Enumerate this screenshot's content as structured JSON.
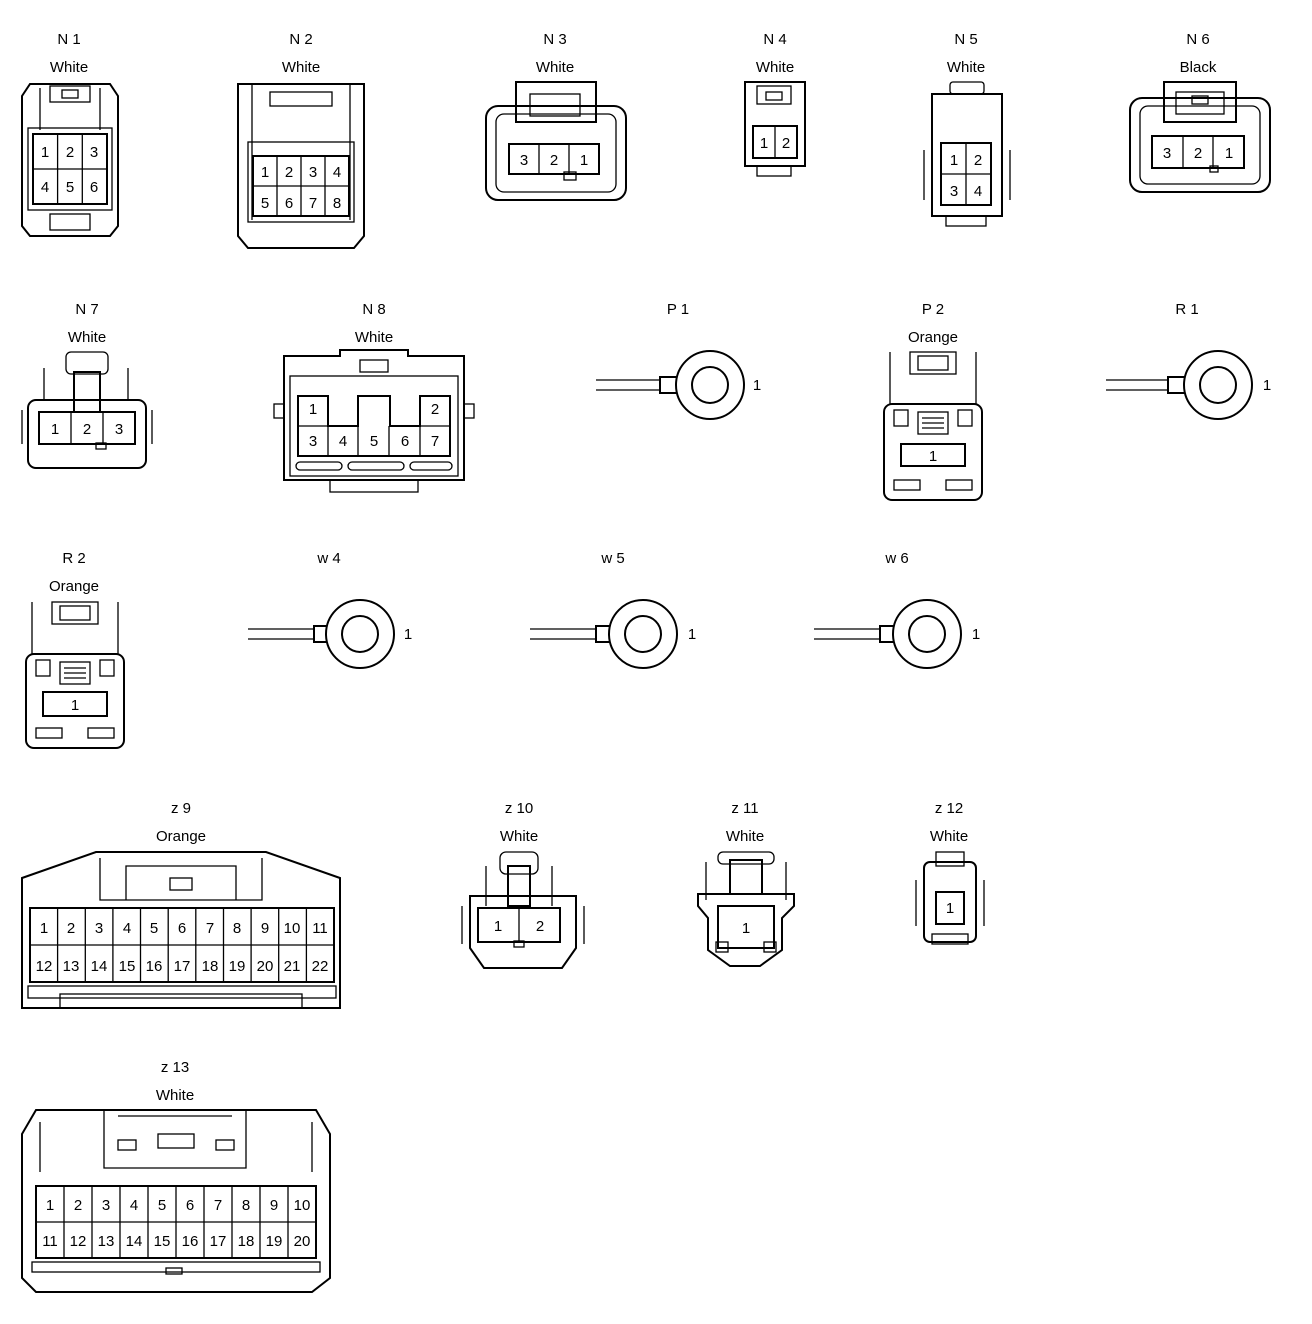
{
  "connectors": {
    "N1": {
      "id": "N 1",
      "color": "White",
      "pins": [
        "1",
        "2",
        "3",
        "4",
        "5",
        "6"
      ]
    },
    "N2": {
      "id": "N 2",
      "color": "White",
      "pins": [
        "1",
        "2",
        "3",
        "4",
        "5",
        "6",
        "7",
        "8"
      ]
    },
    "N3": {
      "id": "N 3",
      "color": "White",
      "pins": [
        "3",
        "2",
        "1"
      ]
    },
    "N4": {
      "id": "N 4",
      "color": "White",
      "pins": [
        "1",
        "2"
      ]
    },
    "N5": {
      "id": "N 5",
      "color": "White",
      "pins": [
        "1",
        "2",
        "3",
        "4"
      ]
    },
    "N6": {
      "id": "N 6",
      "color": "Black",
      "pins": [
        "3",
        "2",
        "1"
      ]
    },
    "N7": {
      "id": "N 7",
      "color": "White",
      "pins": [
        "1",
        "2",
        "3"
      ]
    },
    "N8": {
      "id": "N 8",
      "color": "White",
      "pins": [
        "1",
        "2",
        "3",
        "4",
        "5",
        "6",
        "7"
      ]
    },
    "P1": {
      "id": "P 1",
      "pins": [
        "1"
      ]
    },
    "P2": {
      "id": "P 2",
      "color": "Orange",
      "pins": [
        "1"
      ]
    },
    "R1": {
      "id": "R 1",
      "pins": [
        "1"
      ]
    },
    "R2": {
      "id": "R 2",
      "color": "Orange",
      "pins": [
        "1"
      ]
    },
    "w4": {
      "id": "w 4",
      "pins": [
        "1"
      ]
    },
    "w5": {
      "id": "w 5",
      "pins": [
        "1"
      ]
    },
    "w6": {
      "id": "w 6",
      "pins": [
        "1"
      ]
    },
    "z9": {
      "id": "z 9",
      "color": "Orange",
      "pins": [
        "1",
        "2",
        "3",
        "4",
        "5",
        "6",
        "7",
        "8",
        "9",
        "10",
        "11",
        "12",
        "13",
        "14",
        "15",
        "16",
        "17",
        "18",
        "19",
        "20",
        "21",
        "22"
      ]
    },
    "z10": {
      "id": "z 10",
      "color": "White",
      "pins": [
        "1",
        "2"
      ]
    },
    "z11": {
      "id": "z 11",
      "color": "White",
      "pins": [
        "1"
      ]
    },
    "z12": {
      "id": "z 12",
      "color": "White",
      "pins": [
        "1"
      ]
    },
    "z13": {
      "id": "z 13",
      "color": "White",
      "pins": [
        "1",
        "2",
        "3",
        "4",
        "5",
        "6",
        "7",
        "8",
        "9",
        "10",
        "11",
        "12",
        "13",
        "14",
        "15",
        "16",
        "17",
        "18",
        "19",
        "20"
      ]
    }
  }
}
